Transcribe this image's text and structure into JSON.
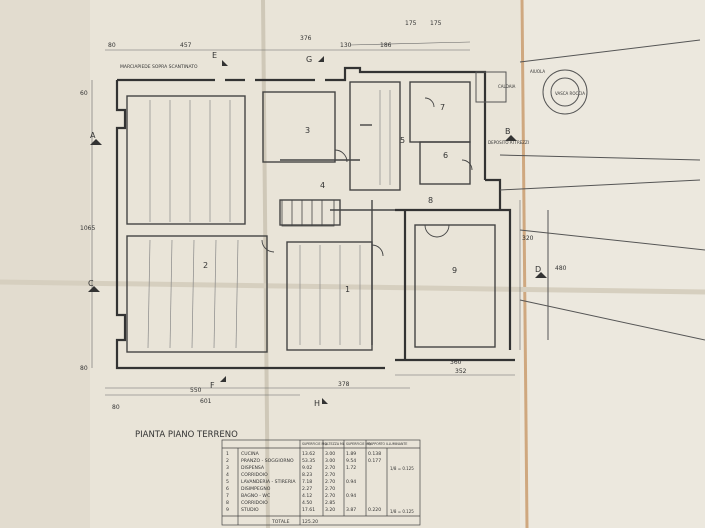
{
  "plan": {
    "title": "PIANTA  PIANO  TERRENO",
    "note": "MARCIAPIEDE SOPRA SCANTINATO",
    "section_marks": [
      "A",
      "B",
      "C",
      "D",
      "E",
      "F",
      "G",
      "H"
    ],
    "room_numbers": [
      "1",
      "2",
      "3",
      "4",
      "5",
      "6",
      "7",
      "8",
      "9"
    ],
    "top_dims": [
      "80",
      "457",
      "376",
      "130",
      "186",
      "175",
      "175"
    ],
    "bottom_dims": [
      "80",
      "601",
      "550",
      "378",
      "352",
      "360"
    ],
    "side_dims": [
      "60",
      "1065",
      "80",
      "320",
      "480"
    ],
    "labels": {
      "deposito": "DEPOSITO ATTREZZI",
      "caldaia": "CALDAIA",
      "aiuola": "AIUOLA",
      "vasca": "VASCA ROCCIA"
    }
  },
  "table": {
    "headers": [
      "",
      "",
      "SUPERFICIE MQ",
      "ALTEZZA ML",
      "SUPERFICIE MQ",
      "RAPPORTO ILLUMINANTE"
    ],
    "rows": [
      [
        "1",
        "CUCINA",
        "13.62",
        "3.00",
        "1.89",
        "0.138"
      ],
      [
        "2",
        "PRANZO - SOGGIORNO",
        "53.35",
        "3.00",
        "9.54",
        "0.177"
      ],
      [
        "3",
        "DISPENSA",
        "9.02",
        "2.70",
        "1.72",
        ""
      ],
      [
        "4",
        "CORRIDOIO",
        "8.23",
        "2.70",
        "",
        ""
      ],
      [
        "5",
        "LAVANDERIA - STIRERIA",
        "7.18",
        "2.70",
        "0.94",
        ""
      ],
      [
        "6",
        "DISIMPEGNO",
        "2.27",
        "2.70",
        "",
        ""
      ],
      [
        "7",
        "BAGNO - WC",
        "4.12",
        "2.70",
        "0.94",
        ""
      ],
      [
        "8",
        "CORRIDOIO",
        "4.50",
        "2.85",
        "",
        ""
      ],
      [
        "9",
        "STUDIO",
        "17.61",
        "3.20",
        "3.87",
        "0.220"
      ]
    ],
    "ratio_1_8": "1/8 = 0.125",
    "total_label": "TOTALE",
    "total_value": "125.20"
  }
}
